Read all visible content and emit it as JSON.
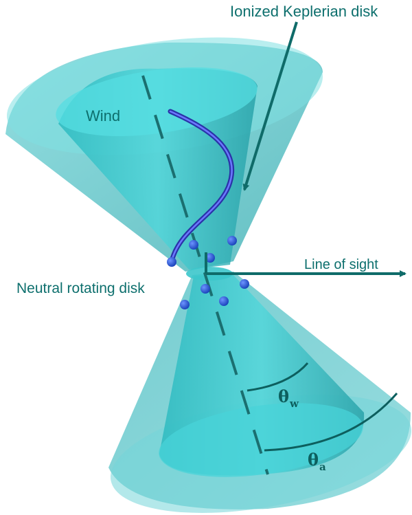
{
  "labels": {
    "ionized_disk": "Ionized Keplerian disk",
    "wind": "Wind",
    "line_of_sight": "Line of sight",
    "neutral_disk": "Neutral rotating disk",
    "theta_w_symbol": "θ",
    "theta_w_sub": "w",
    "theta_a_symbol": "θ",
    "theta_a_sub": "a"
  },
  "colors": {
    "outer_cone": "#58c6c9",
    "inner_cone": "#2fc3c8",
    "rim": "#7fe0e2",
    "axis": "#1b6f70",
    "text": "#0d6f6d",
    "wind_curve": "#3b47c8",
    "blob": "#1d4fd0",
    "arrow": "#0f6b69"
  }
}
